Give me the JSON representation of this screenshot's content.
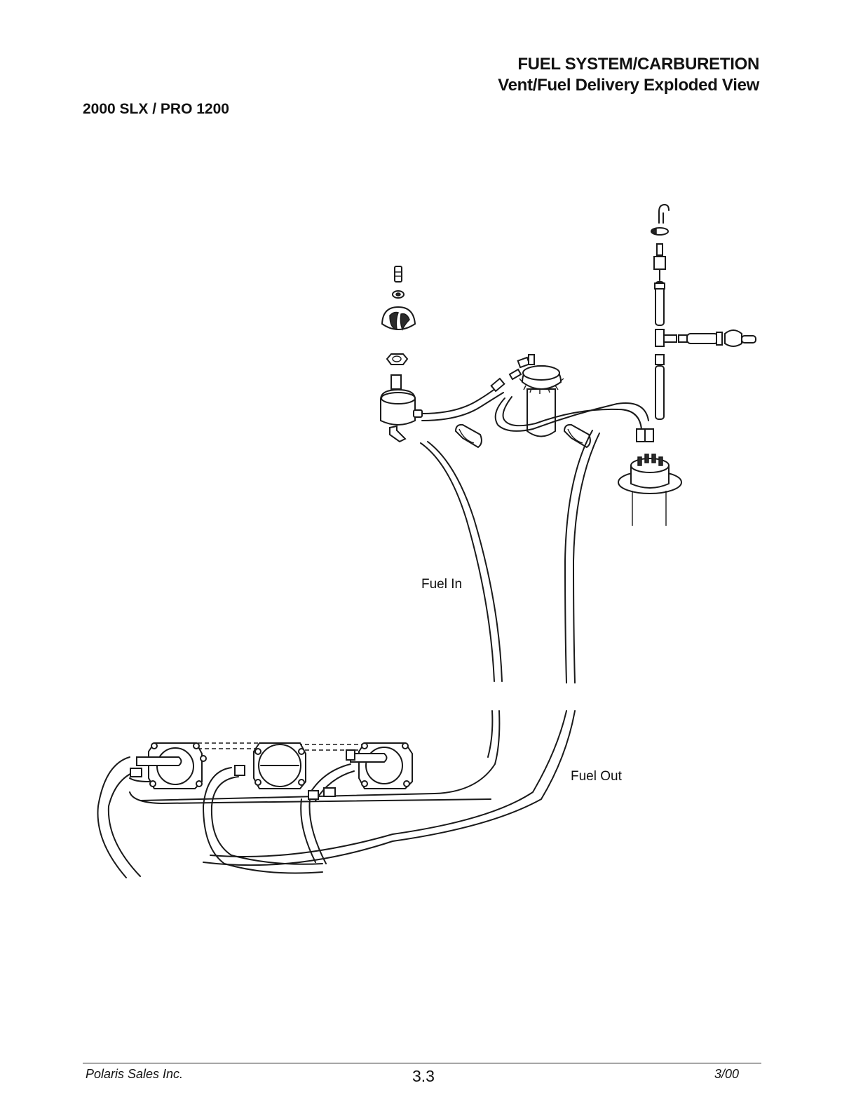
{
  "header": {
    "section_title": "FUEL SYSTEM/CARBURETION",
    "subtitle": "Vent/Fuel Delivery Exploded View",
    "model": "2000 SLX / PRO 1200"
  },
  "diagram": {
    "labels": {
      "fuel_in": "Fuel In",
      "fuel_out": "Fuel Out"
    }
  },
  "footer": {
    "company": "Polaris Sales Inc.",
    "page_number": "3.3",
    "date": "3/00"
  }
}
